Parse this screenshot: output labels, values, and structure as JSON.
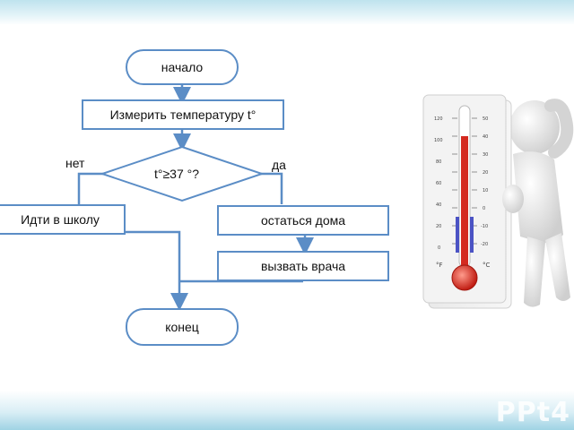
{
  "flowchart": {
    "start": "начало",
    "measure": "Измерить температуру t°",
    "condition": "t°≥37  °?",
    "label_no": "нет",
    "label_yes": "да",
    "go_school": "Идти в школу",
    "stay_home": "остаться дома",
    "call_doctor": "вызвать врача",
    "end": "конец"
  },
  "thermometer": {
    "unit_left": "°F",
    "unit_right": "°C",
    "scale_left": [
      "120",
      "100",
      "80",
      "60",
      "40",
      "20",
      "0"
    ],
    "scale_right": [
      "50",
      "40",
      "30",
      "20",
      "10",
      "0",
      "-10",
      "-20"
    ]
  },
  "watermark": "PPt4",
  "colors": {
    "shape_border": "#5b8dc6",
    "connector": "#5b8dc6",
    "mercury": "#d42a20",
    "band": "#9fd3e4"
  }
}
